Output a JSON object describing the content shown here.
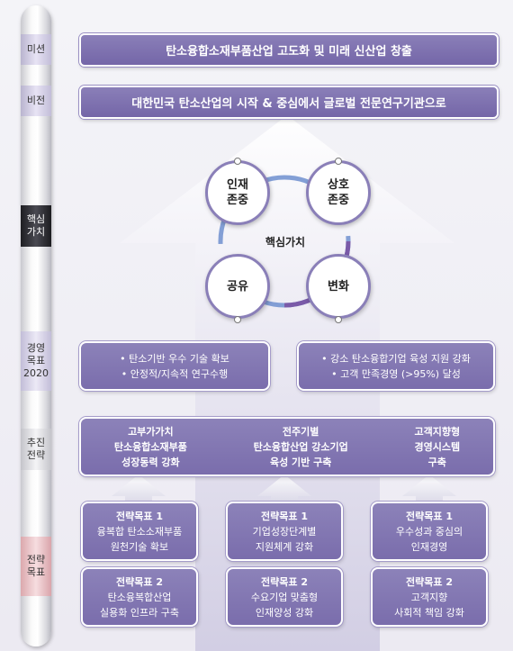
{
  "stages": {
    "mission": "미션",
    "vision": "비전",
    "core_values": [
      "핵심",
      "가치"
    ],
    "goals": [
      "경영",
      "목표",
      "2020"
    ],
    "strategy": [
      "추진",
      "전략"
    ],
    "strategic_goals": [
      "전략",
      "목표"
    ]
  },
  "mission": "탄소융합소재부품산업 고도화 및 미래 신산업 창출",
  "vision": "대한민국 탄소산업의 시작 & 중심에서 글로벌 전문연구기관으로",
  "core": {
    "label": "핵심가치",
    "respect_people": [
      "인재",
      "존중"
    ],
    "mutual_respect": [
      "상호",
      "존중"
    ],
    "sharing": "공유",
    "change": "변화"
  },
  "management_goals": {
    "left": [
      "• 탄소기반 우수 기술 확보",
      "• 안정적/지속적 연구수행"
    ],
    "right": [
      "• 강소 탄소융합기업 육성 지원 강화",
      "• 고객 만족경영 (>95%) 달성"
    ]
  },
  "strategies": [
    [
      "고부가가치",
      "탄소융합소재부품",
      "성장동력 강화"
    ],
    [
      "전주기별",
      "탄소융합산업 강소기업",
      "육성 기반 구축"
    ],
    [
      "고객지향형",
      "경영시스템",
      "구축"
    ]
  ],
  "strategic_goals": [
    {
      "title": "전략목표 1",
      "lines": [
        "융복합 탄소소재부품",
        "원천기술 확보"
      ]
    },
    {
      "title": "전략목표 1",
      "lines": [
        "기업성장단계별",
        "지원체계 강화"
      ]
    },
    {
      "title": "전략목표 1",
      "lines": [
        "우수성과 중심의",
        "인재경영"
      ]
    },
    {
      "title": "전략목표 2",
      "lines": [
        "탄소융복합산업",
        "실용화 인프라 구축"
      ]
    },
    {
      "title": "전략목표 2",
      "lines": [
        "수요기업 맞춤형",
        "인재양성 강화"
      ]
    },
    {
      "title": "전략목표 2",
      "lines": [
        "고객지향",
        "사회적 책임 강화"
      ]
    }
  ],
  "colors": {
    "primary": "#7a6dac",
    "ring_blue": "#6f8fcf",
    "ring_purple": "#7a5aa8"
  }
}
